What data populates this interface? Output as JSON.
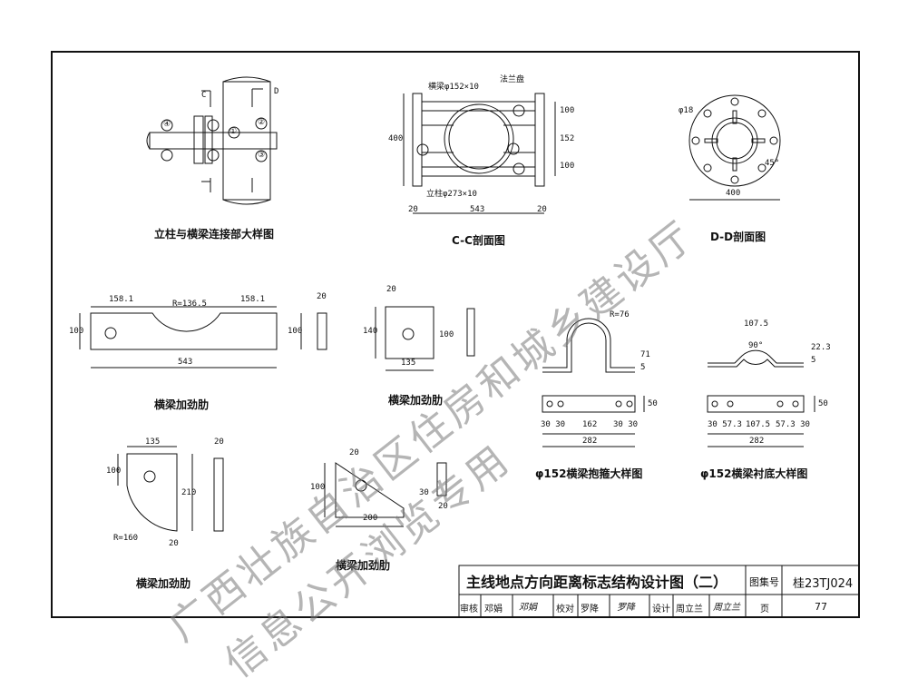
{
  "drawings": {
    "joint_title": "立柱与横梁连接部大样图",
    "cc_title": "C-C剖面图",
    "dd_title": "D-D剖面图",
    "rib1_title": "横梁加劲肋",
    "rib2_title": "横梁加劲肋",
    "rib3_title": "横梁加劲肋",
    "rib4_title": "横梁加劲肋",
    "hoop_title": "φ152横梁抱箍大样图",
    "liner_title": "φ152横梁衬底大样图"
  },
  "callouts": {
    "beam": "横梁φ152×10",
    "flange": "法兰盘",
    "column": "立柱φ273×10",
    "bolt": "φ18"
  },
  "dims": {
    "cc_400": "400",
    "cc_100a": "100",
    "cc_152": "152",
    "cc_100b": "100",
    "cc_20a": "20",
    "cc_543": "543",
    "cc_20b": "20",
    "dd_400": "400",
    "dd_45": "45°",
    "r1_158a": "158.1",
    "r1_r": "R=136.5",
    "r1_158b": "158.1",
    "r1_100": "100",
    "r1_100b": "100",
    "r1_543": "543",
    "r1_20": "20",
    "r2_20": "20",
    "r2_140": "140",
    "r2_100": "100",
    "r2_135": "135",
    "r3_135": "135",
    "r3_20": "20",
    "r3_100": "100",
    "r3_210": "210",
    "r3_r": "R=160",
    "r3_20b": "20",
    "r4_20": "20",
    "r4_100": "100",
    "r4_30": "30",
    "r4_200": "200",
    "r4_20b": "20",
    "h_r": "R=76",
    "h_71": "71",
    "h_5": "5",
    "h_50": "50",
    "h_30a": "30 30",
    "h_162": "162",
    "h_30b": "30 30",
    "h_282": "282",
    "l_1075": "107.5",
    "l_90": "90°",
    "l_223": "22.3",
    "l_5": "5",
    "l_50": "50",
    "l_row": "30 57.3",
    "l_1075b": "107.5",
    "l_row2": "57.3 30",
    "l_282": "282"
  },
  "markers": {
    "c": "C",
    "d": "D",
    "n1": "①",
    "n2": "②",
    "n3": "③",
    "n4": "④"
  },
  "title_block": {
    "title": "主线地点方向距离标志结构设计图（二）",
    "atlas_label": "图集号",
    "atlas_no": "桂23TJ024",
    "review_label": "审核",
    "review_name": "邓娟",
    "review_sign": "邓娟",
    "check_label": "校对",
    "check_name": "罗降",
    "check_sign": "罗降",
    "design_label": "设计",
    "design_name": "周立兰",
    "design_sign": "周立兰",
    "page_label": "页",
    "page_no": "77"
  },
  "watermark": {
    "line1": "广西壮族自治区住房和城乡建设厅",
    "line2": "信息公开浏览专用"
  }
}
